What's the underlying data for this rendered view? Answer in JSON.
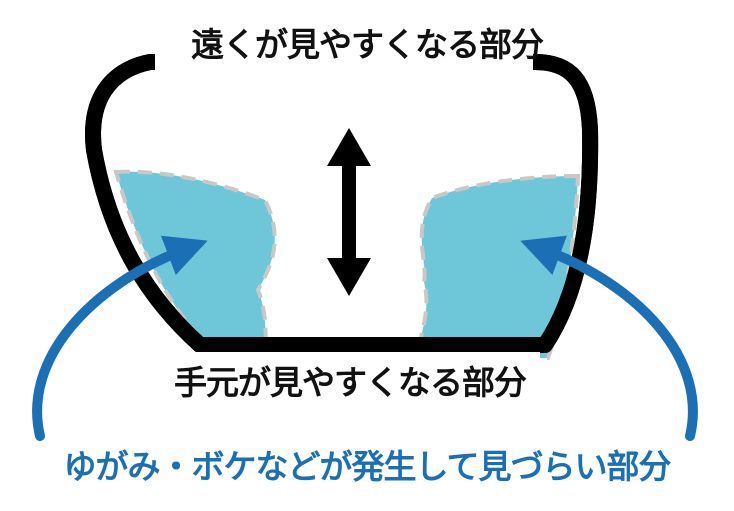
{
  "labels": {
    "far": "遠くが見やすくなる部分",
    "near": "手元が見やすくなる部分",
    "distortion": "ゆがみ・ボケなどが発生して見づらい部分"
  },
  "colors": {
    "frame": "#000000",
    "distortion_zone": "#6ec6d9",
    "zone_outline": "#c8c8c8",
    "blue_arrows": "#1a6fb5",
    "label_text": "#111111",
    "distortion_text": "#1a6fb5"
  },
  "icons": {
    "center_arrow": "double-headed-vertical-arrow-icon",
    "pointer_arrows": "curved-arrow-icon"
  }
}
